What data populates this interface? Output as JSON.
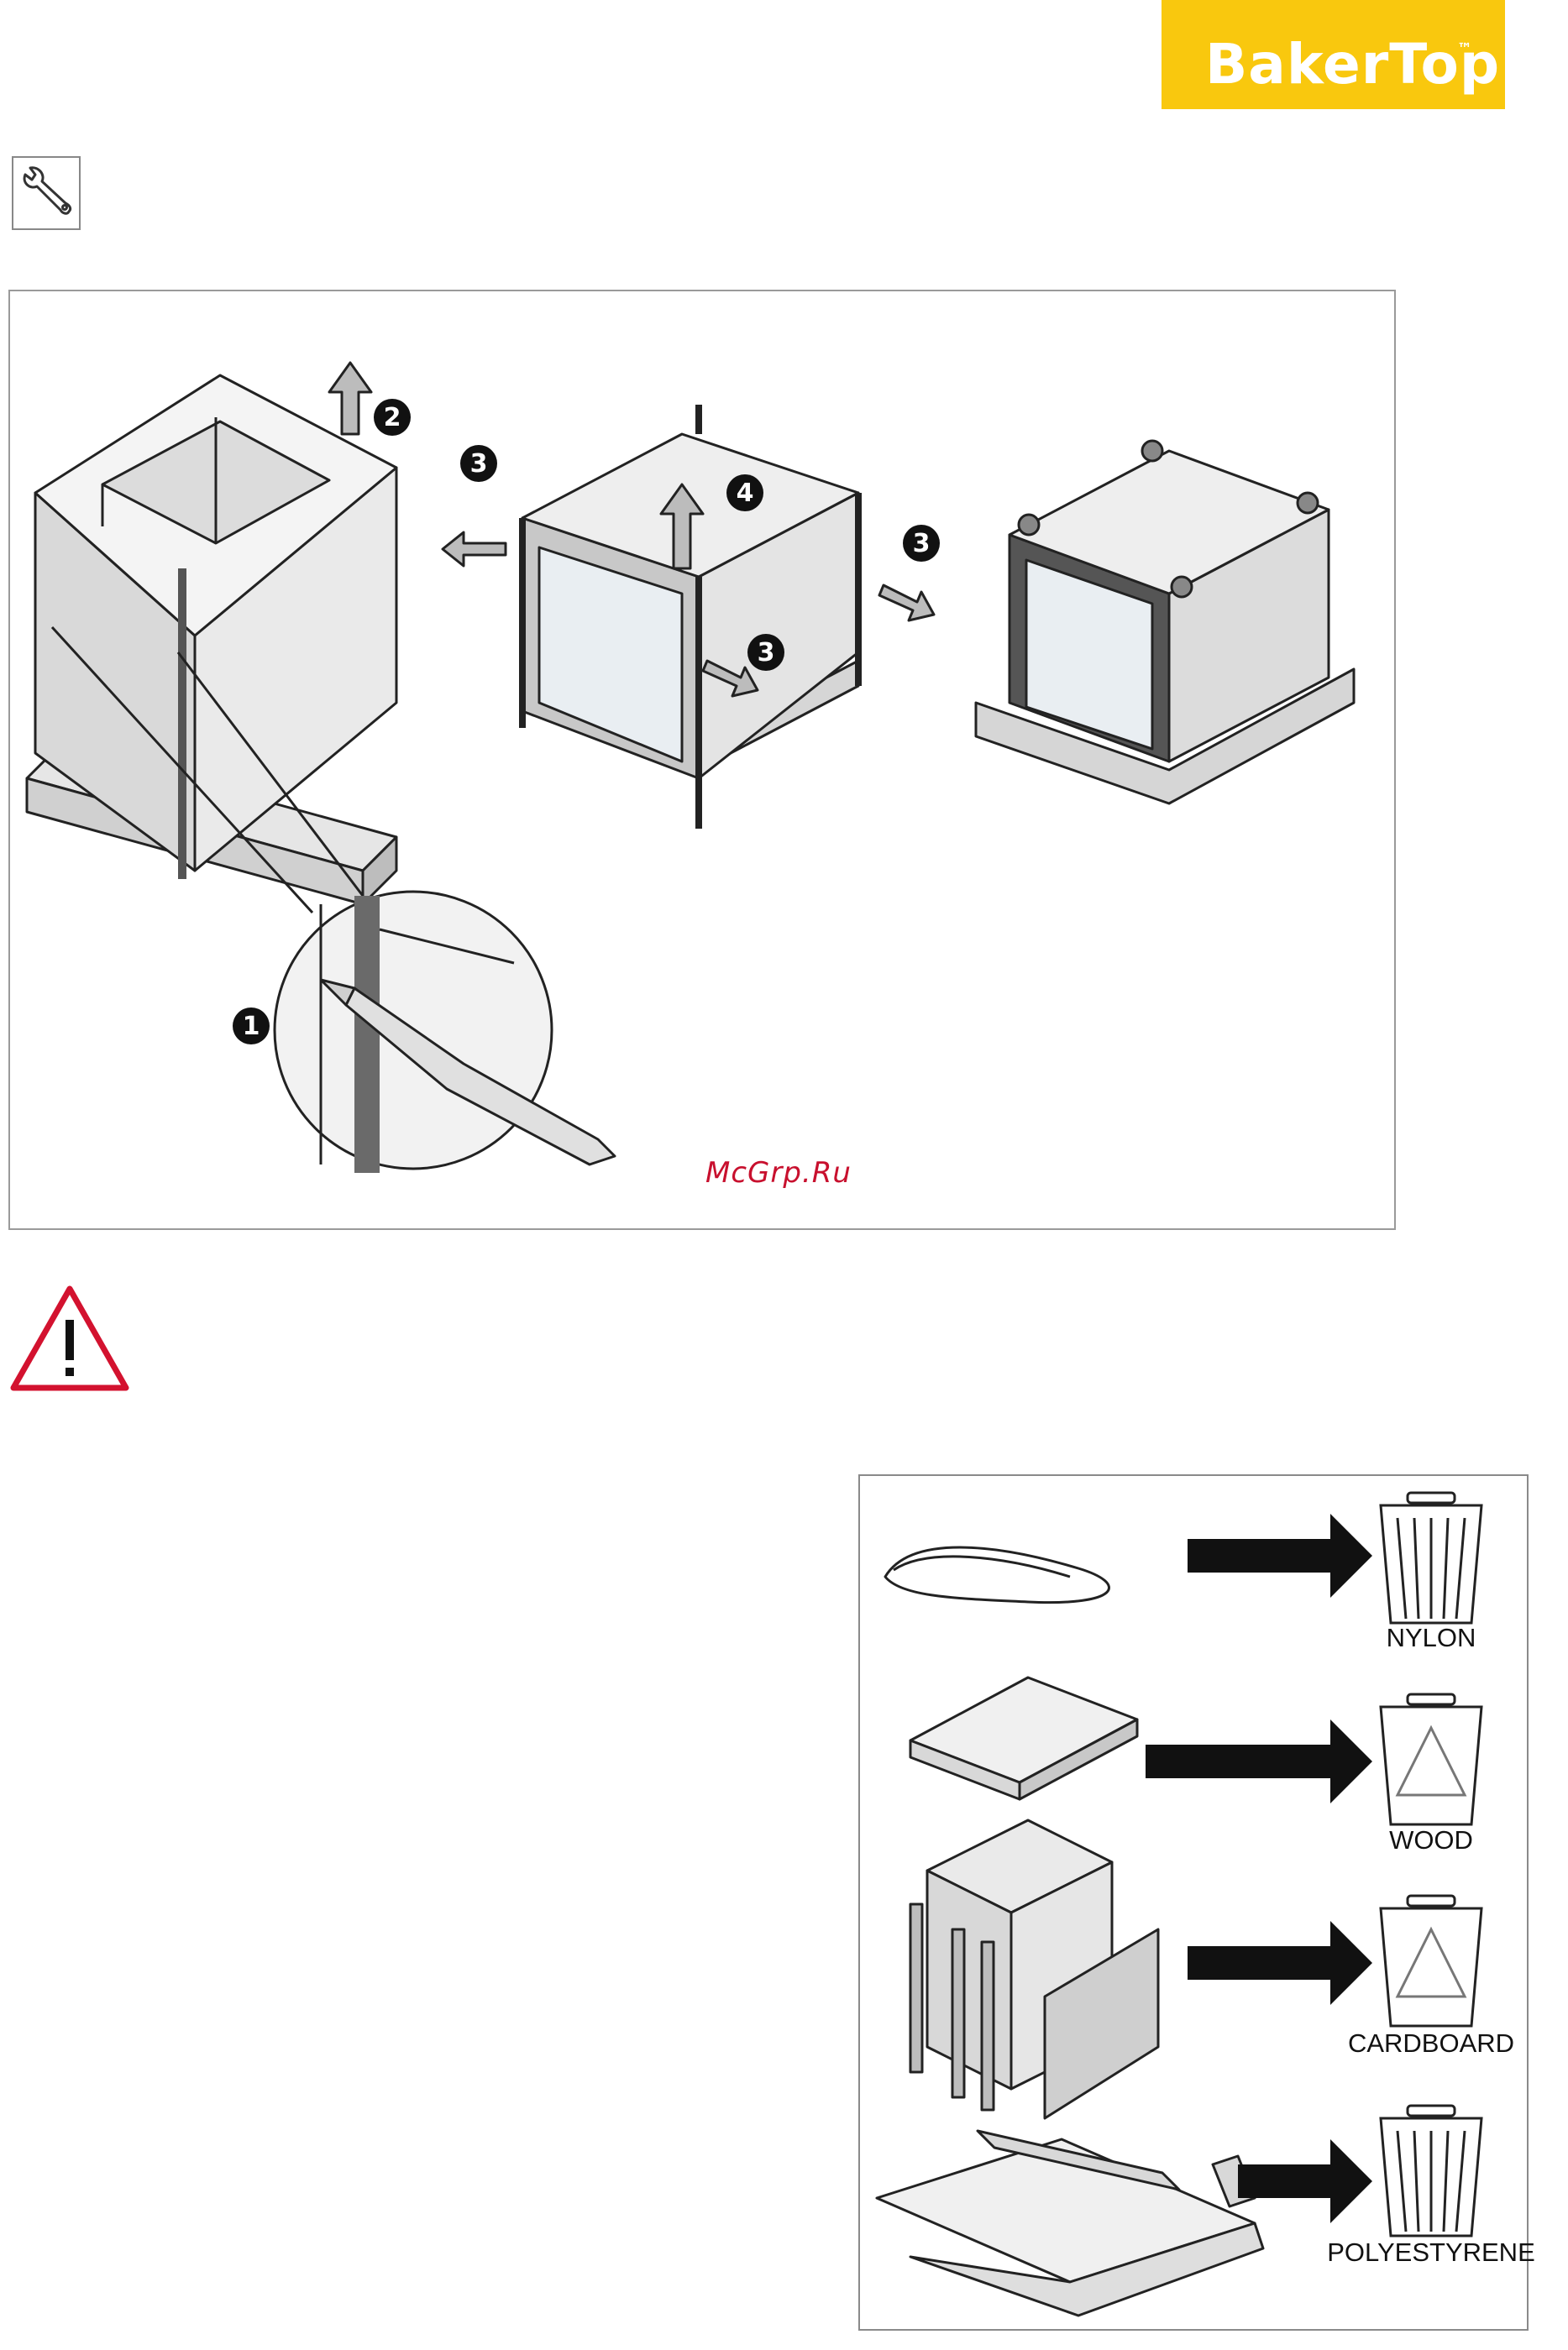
{
  "header": {
    "brand_name": "BakerTop",
    "brand_trademark": "™",
    "brand_color": "#f9c80e"
  },
  "icons": {
    "tool": "wrench-icon",
    "warning": "warning-triangle-icon",
    "warning_color": "#d3122f"
  },
  "figure": {
    "steps": [
      "1",
      "2",
      "3",
      "3",
      "3",
      "4"
    ],
    "watermark": "McGrp.Ru",
    "watermark_color": "#c8102e"
  },
  "disposal": {
    "materials": [
      {
        "label": "NYLON",
        "recycle": false
      },
      {
        "label": "WOOD",
        "recycle": true
      },
      {
        "label": "CARDBOARD",
        "recycle": true
      },
      {
        "label": "POLYESTYRENE",
        "recycle": false
      }
    ]
  }
}
